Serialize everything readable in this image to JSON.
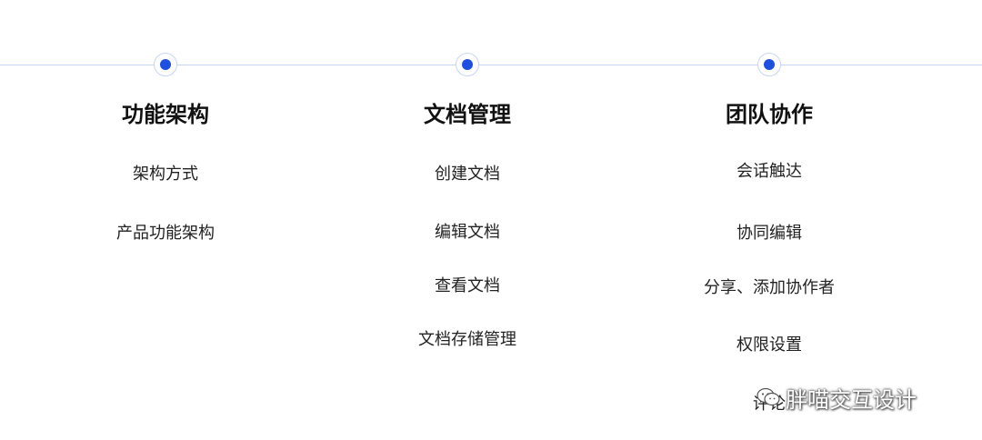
{
  "columns": [
    {
      "title": "功能架构",
      "items": [
        "架构方式",
        "产品功能架构"
      ]
    },
    {
      "title": "文档管理",
      "items": [
        "创建文档",
        "编辑文档",
        "查看文档",
        "文档存储管理"
      ]
    },
    {
      "title": "团队协作",
      "items": [
        "会话触达",
        "协同编辑",
        "分享、添加协作者",
        "权限设置",
        "评论"
      ]
    }
  ],
  "watermark": {
    "icon": "wechat-icon",
    "text": "胖喵交互设计"
  },
  "colors": {
    "accent": "#1f4fe0",
    "line": "#c9d6f2"
  }
}
